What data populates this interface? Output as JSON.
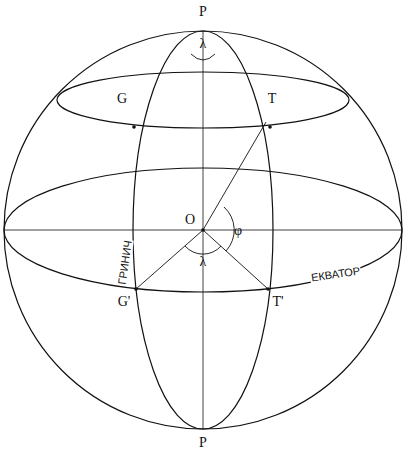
{
  "diagram": {
    "labels": [
      "P",
      "λ",
      "G",
      "T",
      "O",
      "φ",
      "ГРИНИЧ",
      "λ",
      "G'",
      "T'",
      "ЕКВАТОР",
      "P"
    ]
  }
}
